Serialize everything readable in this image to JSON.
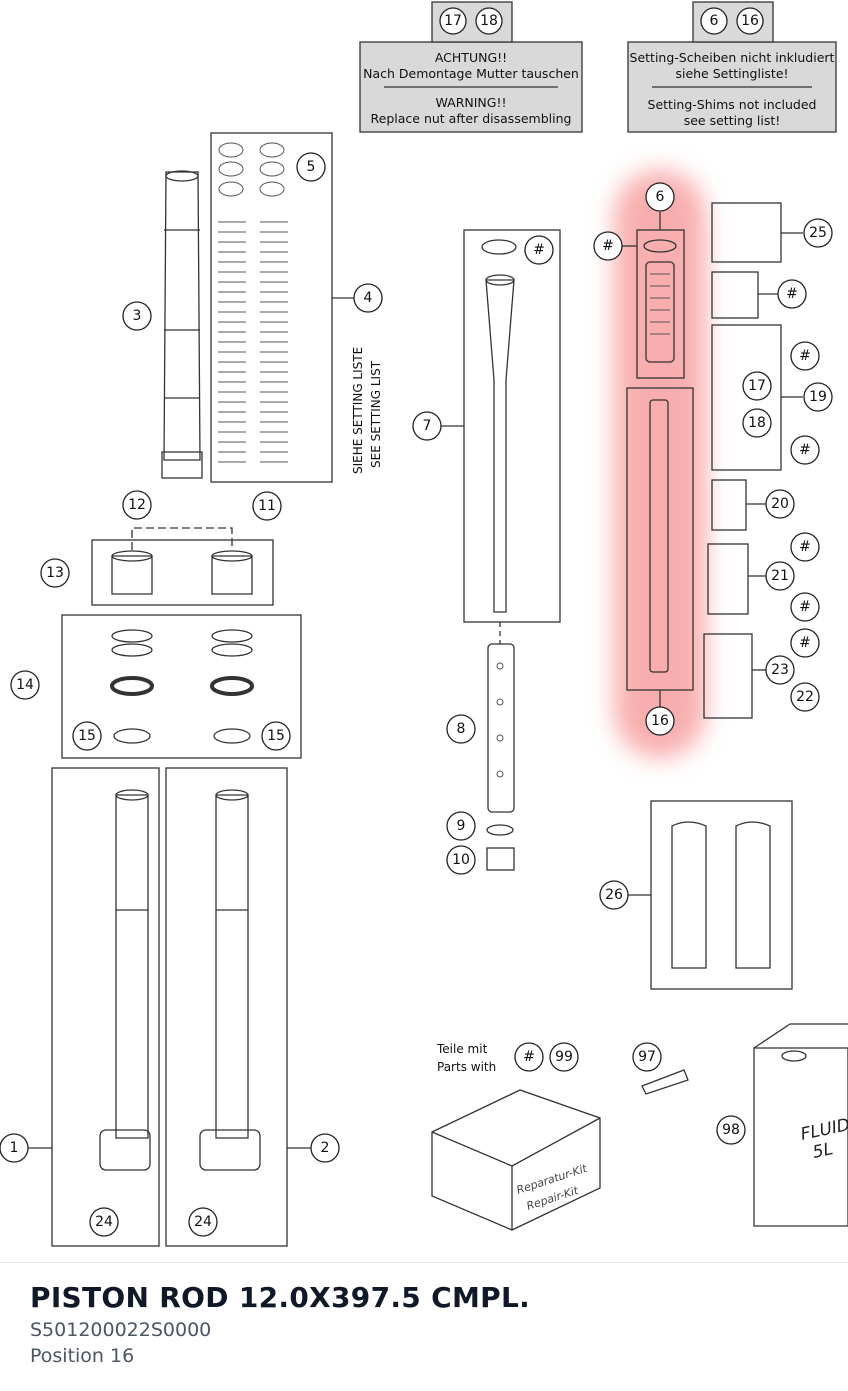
{
  "warnings": {
    "nut": {
      "refs": [
        "17",
        "18"
      ],
      "de_title": "ACHTUNG!!",
      "de_text": "Nach Demontage Mutter tauschen",
      "en_title": "WARNING!!",
      "en_text": "Replace nut after disassembling"
    },
    "shims": {
      "refs": [
        "6",
        "16"
      ],
      "de_line1": "Setting-Scheiben nicht inkludiert",
      "de_line2": "siehe Settingliste!",
      "en_line1": "Setting-Shims not included",
      "en_line2": "see setting list!"
    }
  },
  "setting_note": {
    "de": "SIEHE SETTING LISTE",
    "en": "SEE SETTING LIST"
  },
  "repair_kit": {
    "label_de": "Teile mit",
    "label_en": "Parts with",
    "refs": [
      "#",
      "99"
    ],
    "box_text_1": "Reparatur-Kit",
    "box_text_2": "Repair-Kit"
  },
  "fluid_can": {
    "line1": "FLUID",
    "line2": "5L"
  },
  "highlight": {
    "color": "#f26b6b"
  },
  "callouts": {
    "c1": "1",
    "c2": "2",
    "c3": "3",
    "c4": "4",
    "c5": "5",
    "c6": "6",
    "c7": "7",
    "c8": "8",
    "c9": "9",
    "c10": "10",
    "c11": "11",
    "c12": "12",
    "c13": "13",
    "c14": "14",
    "c15a": "15",
    "c15b": "15",
    "c16": "16",
    "c17": "17",
    "c18": "18",
    "c19": "19",
    "c20": "20",
    "c21": "21",
    "c22": "22",
    "c23": "23",
    "c24a": "24",
    "c24b": "24",
    "c25": "25",
    "c26": "26",
    "c97": "97",
    "c98": "98",
    "h1": "#",
    "h2": "#",
    "h3": "#",
    "h4": "#",
    "h5": "#",
    "h6": "#",
    "h7": "#",
    "h8": "#"
  },
  "part": {
    "name": "PISTON ROD 12.0X397.5 CMPL.",
    "number": "S501200022S0000",
    "position": "Position 16"
  }
}
